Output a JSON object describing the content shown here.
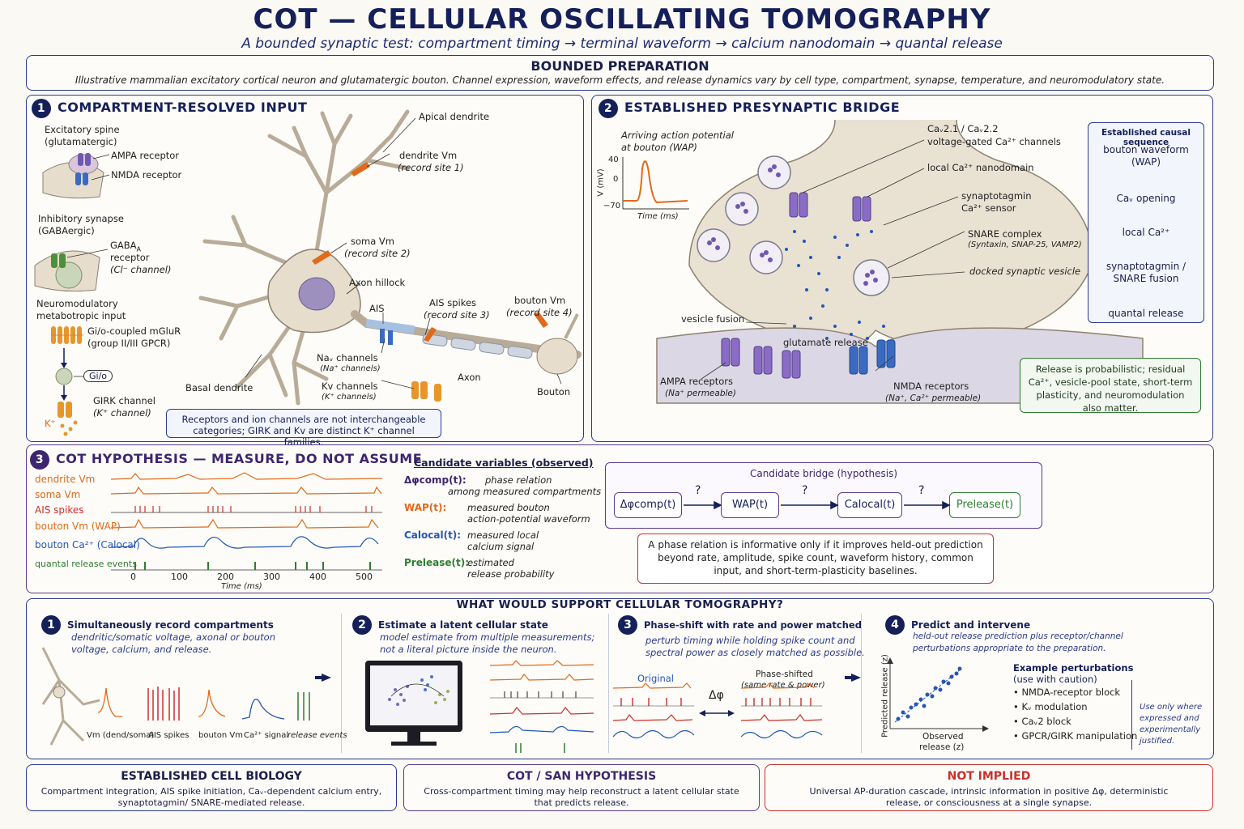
{
  "header": {
    "title": "COT — CELLULAR OSCILLATING TOMOGRAPHY",
    "subtitle": "A bounded synaptic test: compartment timing → terminal waveform → calcium nanodomain → quantal release"
  },
  "bounded": {
    "heading": "BOUNDED PREPARATION",
    "text": "Illustrative mammalian excitatory cortical neuron and glutamatergic bouton. Channel expression, waveform effects, and release dynamics vary by cell type, compartment, synapse, temperature, and neuromodulatory state."
  },
  "panel1": {
    "number": "1",
    "heading": "COMPARTMENT-RESOLVED INPUT",
    "spine_title": "Excitatory spine",
    "spine_sub": "(glutamatergic)",
    "ampa": "AMPA receptor",
    "nmda": "NMDA receptor",
    "inhib_title": "Inhibitory synapse",
    "inhib_sub": "(GABAergic)",
    "gaba1": "GABA",
    "gaba_sub": "A",
    "gaba2": "receptor",
    "gaba3": "(Cl⁻ channel)",
    "neuromod_title": "Neuromodulatory",
    "neuromod_sub": "metabotropic input",
    "gio1": "Gi/o-coupled mGluR",
    "gio2": "(group II/III GPCR)",
    "gio_box": "Gi/o",
    "girk1": "GIRK channel",
    "girk2": "(K⁺ channel)",
    "kplus": "K⁺",
    "apical": "Apical dendrite",
    "dend_vm": "dendrite Vm",
    "site1": "(record site 1)",
    "soma_vm": "soma Vm",
    "site2": "(record site 2)",
    "axon_hillock": "Axon hillock",
    "ais": "AIS",
    "ais_spikes": "AIS spikes",
    "site3": "(record site 3)",
    "bouton_vm": "bouton Vm",
    "site4": "(record site 4)",
    "nav1": "Naᵥ channels",
    "nav2": "(Na⁺ channels)",
    "kv1": "Kv channels",
    "kv2": "(K⁺ channels)",
    "axon": "Axon",
    "bouton": "Bouton",
    "basal": "Basal dendrite",
    "note": "Receptors and ion channels are not interchangeable categories; GIRK and Kv are distinct K⁺ channel families."
  },
  "panel2": {
    "number": "2",
    "heading": "ESTABLISHED PRESYNAPTIC BRIDGE",
    "ap_title1": "Arriving action potential",
    "ap_title2": "at bouton (WAP)",
    "ap_ylabel": "V (mV)",
    "ap_y_top": "40",
    "ap_y_mid": "0",
    "ap_y_bot": "−70",
    "ap_xlabel": "Time (ms)",
    "cav1": "Caᵥ2.1 / Caᵥ2.2",
    "cav2": "voltage-gated Ca²⁺ channels",
    "nanodomain": "local Ca²⁺ nanodomain",
    "syt1": "synaptotagmin",
    "syt2": "Ca²⁺ sensor",
    "snare1": "SNARE complex",
    "snare2": "(Syntaxin, SNAP-25, VAMP2)",
    "docked": "docked synaptic vesicle",
    "fusion": "vesicle fusion",
    "glu": "glutamate release",
    "ampa1": "AMPA receptors",
    "ampa2": "(Na⁺ permeable)",
    "nmda1": "NMDA receptors",
    "nmda2": "(Na⁺, Ca²⁺ permeable)",
    "seq_title": "Established causal sequence",
    "seq": [
      "bouton waveform",
      "(WAP)",
      "Caᵥ opening",
      "local Ca²⁺",
      "synaptotagmin /",
      "SNARE fusion",
      "quantal release"
    ],
    "note": "Release is probabilistic; residual Ca²⁺, vesicle-pool state, short-term plasticity, and neuromodulation also matter."
  },
  "panel3": {
    "number": "3",
    "heading": "COT HYPOTHESIS — MEASURE, DO NOT ASSUME",
    "traces": [
      "dendrite Vm",
      "soma Vm",
      "AIS spikes",
      "bouton Vm (WAP)",
      "bouton Ca²⁺ (Calocal)",
      "quantal release events"
    ],
    "xticks": [
      "0",
      "100",
      "200",
      "300",
      "400",
      "500"
    ],
    "xlabel": "Time (ms)",
    "cand_title": "Candidate variables (observed)",
    "cand": [
      {
        "sym": "Δφcomp(t):",
        "d1": "phase relation",
        "d2": "among measured compartments"
      },
      {
        "sym": "WAP(t):",
        "d1": "measured bouton",
        "d2": "action-potential waveform"
      },
      {
        "sym": "Calocal(t):",
        "d1": "measured local",
        "d2": "calcium signal"
      },
      {
        "sym": "Prelease(t):",
        "d1": "estimated",
        "d2": "release probability"
      }
    ],
    "bridge_title": "Candidate bridge (hypothesis)",
    "bridge": [
      "Δφcomp(t)",
      "WAP(t)",
      "Calocal(t)",
      "Prelease(t)"
    ],
    "q": "?",
    "warn": "A phase relation is informative only if it improves held-out prediction beyond rate, amplitude, spike count, waveform history, common input, and short-term-plasticity baselines."
  },
  "panel4": {
    "heading": "WHAT WOULD SUPPORT CELLULAR TOMOGRAPHY?",
    "steps": [
      {
        "n": "1",
        "title": "Simultaneously record compartments",
        "d1": "dendritic/somatic voltage, axonal or bouton",
        "d2": "voltage, calcium, and release."
      },
      {
        "n": "2",
        "title": "Estimate a latent cellular state",
        "d1": "model estimate from multiple measurements;",
        "d2": "not a literal picture inside the neuron."
      },
      {
        "n": "3",
        "title": "Phase-shift with rate and power matched",
        "d1": "perturb timing while holding spike count and",
        "d2": "spectral power as closely matched as possible."
      },
      {
        "n": "4",
        "title": "Predict and intervene",
        "d1": "held-out release prediction plus receptor/channel",
        "d2": "perturbations appropriate to the preparation."
      }
    ],
    "thumb_labels": [
      "Vm (dend/soma)",
      "AIS spikes",
      "bouton Vm",
      "Ca²⁺ signal",
      "release events"
    ],
    "original": "Original",
    "shifted1": "Phase-shifted",
    "shifted2": "(same rate & power)",
    "dphi": "Δφ",
    "pred_y": "Predicted release (z)",
    "obs_x1": "Observed",
    "obs_x2": "release (z)",
    "pert_title1": "Example perturbations",
    "pert_title2": "(use with caution)",
    "perts": [
      "NMDA-receptor block",
      "Kᵥ modulation",
      "Caᵥ2 block",
      "GPCR/GIRK manipulation"
    ],
    "caveat": [
      "Use only where",
      "expressed and",
      "experimentally",
      "justified."
    ]
  },
  "footer": {
    "est_head": "ESTABLISHED CELL BIOLOGY",
    "est_text": "Compartment integration, AIS spike initiation, Caᵥ-dependent calcium entry, synaptotagmin/ SNARE-mediated release.",
    "cot_head": "COT / SAN HYPOTHESIS",
    "cot_text": "Cross-compartment timing may help reconstruct a latent cellular state that predicts release.",
    "not_head": "NOT IMPLIED",
    "not_text": "Universal AP-duration cascade, intrinsic information in positive Δφ, deterministic release, or consciousness at a single synapse."
  },
  "colors": {
    "navy": "#15205a",
    "orange": "#e06a1a",
    "red": "#c9302c",
    "blue": "#2456b8",
    "green": "#2f7d32",
    "purple": "#5a3a8c"
  }
}
